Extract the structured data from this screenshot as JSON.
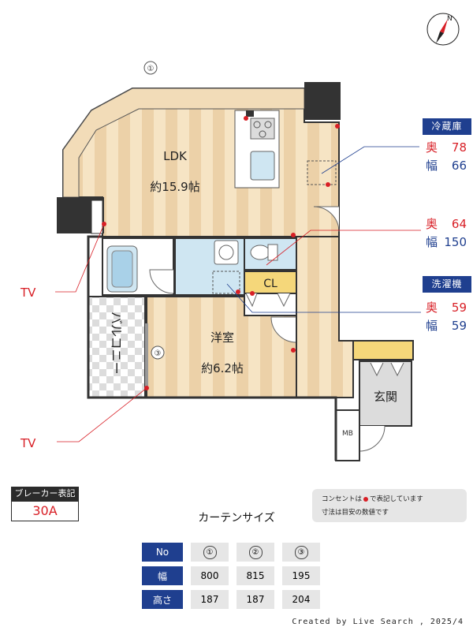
{
  "rooms": {
    "ldk_name": "LDK",
    "ldk_size": "約15.9帖",
    "western_name": "洋室",
    "western_size": "約6.2帖",
    "closet": "CL",
    "balcony": "バルコニー",
    "entrance": "玄関",
    "meter_box": "MB"
  },
  "window_markers": [
    "①",
    "②",
    "③"
  ],
  "compass": {
    "north_label": "N"
  },
  "tv_labels": [
    "TV",
    "TV"
  ],
  "fridge": {
    "title": "冷蔵庫",
    "depth_label": "奥",
    "depth": "78",
    "width_label": "幅",
    "width": "66"
  },
  "middle_space": {
    "depth_label": "奥",
    "depth": "64",
    "width_label": "幅",
    "width": "150"
  },
  "washer": {
    "title": "洗濯機",
    "depth_label": "奥",
    "depth": "59",
    "width_label": "幅",
    "width": "59"
  },
  "breaker": {
    "title": "ブレーカー表記",
    "value": "30A"
  },
  "notes": {
    "line1_before": "コンセントは",
    "line1_after": "で表記しています",
    "line2": "寸法は目安の数値です"
  },
  "curtain": {
    "title": "カーテンサイズ",
    "header_label": "No",
    "numbers": [
      "①",
      "②",
      "③"
    ],
    "width_label": "幅",
    "widths": [
      "800",
      "815",
      "195"
    ],
    "height_label": "高さ",
    "heights": [
      "187",
      "187",
      "204"
    ]
  },
  "credit": "Created by Live Search , 2025/4",
  "colors": {
    "floor_light": "#f6e4c4",
    "floor_stripe": "#ecd1a8",
    "wet_area": "#cfe6f2",
    "closet": "#f5d77a",
    "wall": "#333333",
    "outlet": "#d81f26",
    "accent_blue": "#1f3f8f"
  }
}
